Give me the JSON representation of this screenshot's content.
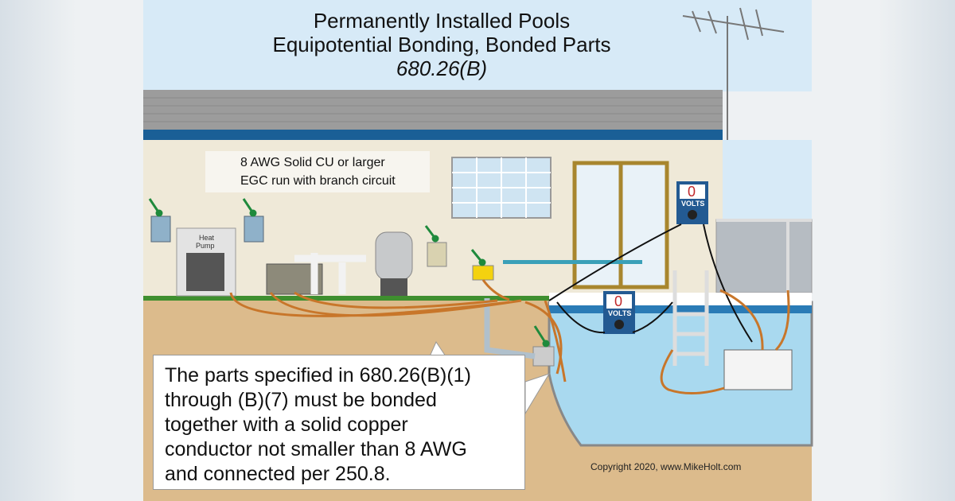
{
  "title": {
    "line1": "Permanently Installed Pools",
    "line2": "Equipotential Bonding, Bonded Parts",
    "line3": "680.26(B)"
  },
  "legend": {
    "bonding_conductor": "8 AWG Solid CU or larger",
    "egc": "EGC run with branch circuit"
  },
  "equipment": {
    "heat_pump_label_1": "Heat",
    "heat_pump_label_2": "Pump"
  },
  "meters": [
    {
      "reading": "0",
      "unit": "VOLTS"
    },
    {
      "reading": "0",
      "unit": "VOLTS"
    }
  ],
  "callout": {
    "lines": [
      "The parts specified in 680.26(B)(1)",
      "through (B)(7) must be bonded",
      "together with a solid copper",
      "conductor not smaller than 8 AWG",
      "and connected per 250.8."
    ]
  },
  "copyright": "Copyright 2020, www.MikeHolt.com",
  "colors": {
    "bonding_wire": "#c8762a",
    "egc_arrow": "#1f8a3c",
    "fascia": "#1a5f96",
    "pool_water": "#a9d9ef",
    "ground": "#dcbb8c"
  }
}
